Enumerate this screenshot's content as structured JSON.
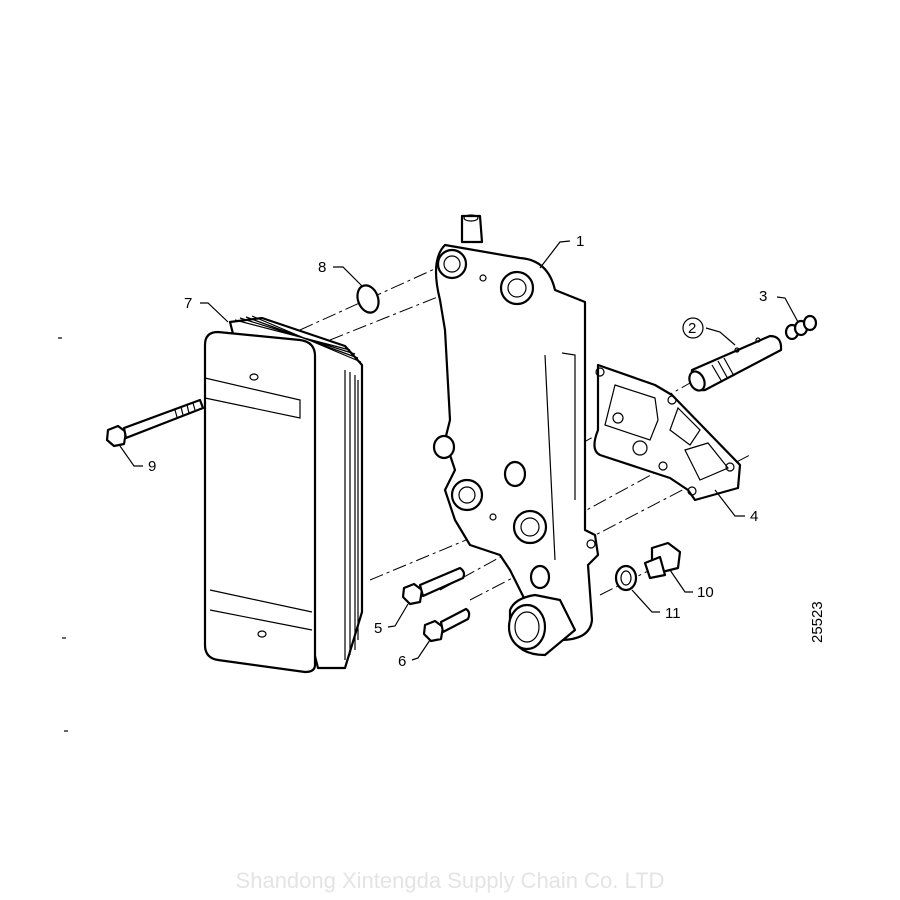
{
  "diagram": {
    "callouts": {
      "c1": "1",
      "c2": "2",
      "c3": "3",
      "c4": "4",
      "c5": "5",
      "c6": "6",
      "c7": "7",
      "c8": "8",
      "c9": "9",
      "c10": "10",
      "c11": "11"
    },
    "figure_number": "25523"
  },
  "watermark": "Shandong Xintengda Supply Chain Co. LTD"
}
